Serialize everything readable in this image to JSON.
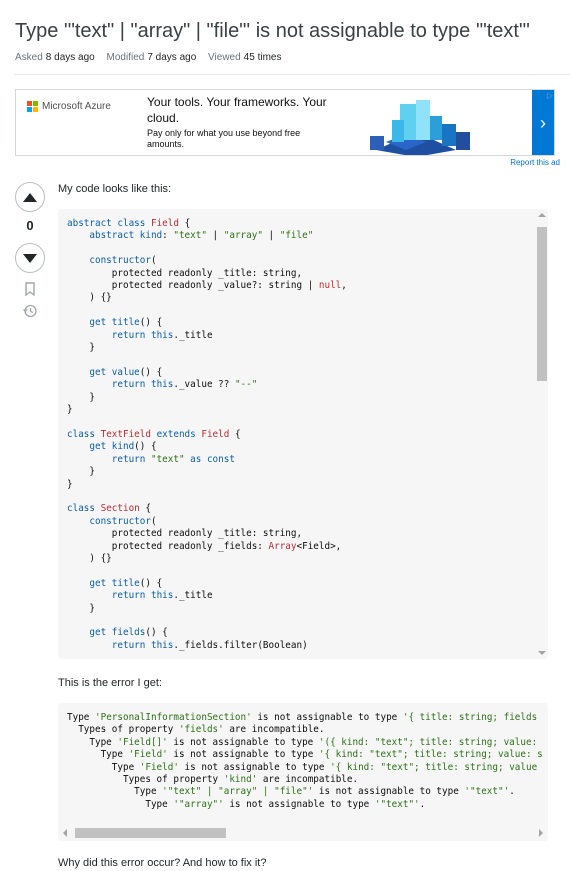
{
  "question": {
    "title": "Type '\"text\" | \"array\" | \"file\"' is not assignable to type '\"text\"'",
    "asked_label": "Asked",
    "asked_value": "8 days ago",
    "modified_label": "Modified",
    "modified_value": "7 days ago",
    "viewed_label": "Viewed",
    "viewed_value": "45 times"
  },
  "ad": {
    "brand": "Microsoft Azure",
    "headline": "Your tools. Your frameworks. Your cloud.",
    "subtext": "Pay only for what you use beyond free amounts.",
    "arrow": "›",
    "corner_icon": "ad-choices-icon",
    "report_label": "Report this ad",
    "colors": {
      "accent": "#0078d4"
    }
  },
  "votes": {
    "count": "0",
    "icons": [
      "upvote-arrow-icon",
      "downvote-arrow-icon",
      "bookmark-icon",
      "history-icon"
    ]
  },
  "post": {
    "intro": "My code looks like this:",
    "code_lines": [
      [
        [
          "abstract class ",
          "kw"
        ],
        [
          "Field",
          "ty"
        ],
        [
          " {",
          ""
        ]
      ],
      [
        [
          "    abstract ",
          "kw"
        ],
        [
          "kind",
          "kw"
        ],
        [
          ": ",
          ""
        ],
        [
          "\"text\"",
          "st"
        ],
        [
          " | ",
          ""
        ],
        [
          "\"array\"",
          "st"
        ],
        [
          " | ",
          ""
        ],
        [
          "\"file\"",
          "st"
        ]
      ],
      [
        [
          "",
          ""
        ]
      ],
      [
        [
          "    constructor",
          "kw"
        ],
        [
          "(",
          ""
        ]
      ],
      [
        [
          "        protected readonly _title: string,",
          ""
        ]
      ],
      [
        [
          "        protected readonly _value?: string | ",
          ""
        ],
        [
          "null",
          "lit"
        ],
        [
          ",",
          ""
        ]
      ],
      [
        [
          "    ) {}",
          ""
        ]
      ],
      [
        [
          "",
          ""
        ]
      ],
      [
        [
          "    get ",
          "kw"
        ],
        [
          "title",
          "kw"
        ],
        [
          "() {",
          ""
        ]
      ],
      [
        [
          "        return ",
          "kw"
        ],
        [
          "this",
          "kw"
        ],
        [
          "._title",
          ""
        ]
      ],
      [
        [
          "    }",
          ""
        ]
      ],
      [
        [
          "",
          ""
        ]
      ],
      [
        [
          "    get ",
          "kw"
        ],
        [
          "value",
          "kw"
        ],
        [
          "() {",
          ""
        ]
      ],
      [
        [
          "        return ",
          "kw"
        ],
        [
          "this",
          "kw"
        ],
        [
          "._value ?? ",
          ""
        ],
        [
          "\"--\"",
          "st"
        ]
      ],
      [
        [
          "    }",
          ""
        ]
      ],
      [
        [
          "}",
          ""
        ]
      ],
      [
        [
          "",
          ""
        ]
      ],
      [
        [
          "class ",
          "kw"
        ],
        [
          "TextField",
          "ty"
        ],
        [
          " extends ",
          "kw"
        ],
        [
          "Field",
          "ty"
        ],
        [
          " {",
          ""
        ]
      ],
      [
        [
          "    get ",
          "kw"
        ],
        [
          "kind",
          "kw"
        ],
        [
          "() {",
          ""
        ]
      ],
      [
        [
          "        return ",
          "kw"
        ],
        [
          "\"text\"",
          "st"
        ],
        [
          " as const",
          "kw"
        ]
      ],
      [
        [
          "    }",
          ""
        ]
      ],
      [
        [
          "}",
          ""
        ]
      ],
      [
        [
          "",
          ""
        ]
      ],
      [
        [
          "class ",
          "kw"
        ],
        [
          "Section",
          "ty"
        ],
        [
          " {",
          ""
        ]
      ],
      [
        [
          "    constructor",
          "kw"
        ],
        [
          "(",
          ""
        ]
      ],
      [
        [
          "        protected readonly _title: string,",
          ""
        ]
      ],
      [
        [
          "        protected readonly _fields: ",
          ""
        ],
        [
          "Array",
          "ty"
        ],
        [
          "<Field>,",
          ""
        ]
      ],
      [
        [
          "    ) {}",
          ""
        ]
      ],
      [
        [
          "",
          ""
        ]
      ],
      [
        [
          "    get ",
          "kw"
        ],
        [
          "title",
          "kw"
        ],
        [
          "() {",
          ""
        ]
      ],
      [
        [
          "        return ",
          "kw"
        ],
        [
          "this",
          "kw"
        ],
        [
          "._title",
          ""
        ]
      ],
      [
        [
          "    }",
          ""
        ]
      ],
      [
        [
          "",
          ""
        ]
      ],
      [
        [
          "    get ",
          "kw"
        ],
        [
          "fields",
          "kw"
        ],
        [
          "() {",
          ""
        ]
      ],
      [
        [
          "        return ",
          "kw"
        ],
        [
          "this",
          "kw"
        ],
        [
          "._fields.filter(Boolean)",
          ""
        ]
      ]
    ],
    "error_intro": "This is the error I get:",
    "error_lines": [
      [
        [
          "Type ",
          ""
        ],
        [
          "'PersonalInformationSection'",
          "st"
        ],
        [
          " is not assignable to type ",
          ""
        ],
        [
          "'{ title: string; fields",
          "st"
        ]
      ],
      [
        [
          "  Types of property ",
          ""
        ],
        [
          "'fields'",
          "st"
        ],
        [
          " are incompatible.",
          ""
        ]
      ],
      [
        [
          "    Type ",
          ""
        ],
        [
          "'Field[]'",
          "st"
        ],
        [
          " is not assignable to type ",
          ""
        ],
        [
          "'({ kind: \"text\"; title: string; value:",
          "st"
        ]
      ],
      [
        [
          "      Type ",
          ""
        ],
        [
          "'Field'",
          "st"
        ],
        [
          " is not assignable to type ",
          ""
        ],
        [
          "'{ kind: \"text\"; title: string; value: s",
          "st"
        ]
      ],
      [
        [
          "        Type ",
          ""
        ],
        [
          "'Field'",
          "st"
        ],
        [
          " is not assignable to type ",
          ""
        ],
        [
          "'{ kind: \"text\"; title: string; value",
          "st"
        ]
      ],
      [
        [
          "          Types of property ",
          ""
        ],
        [
          "'kind'",
          "st"
        ],
        [
          " are incompatible.",
          ""
        ]
      ],
      [
        [
          "            Type ",
          ""
        ],
        [
          "'\"text\" | \"array\" | \"file\"'",
          "st"
        ],
        [
          " is not assignable to type ",
          ""
        ],
        [
          "'\"text\"'",
          "st"
        ],
        [
          ".",
          ""
        ]
      ],
      [
        [
          "              Type ",
          ""
        ],
        [
          "'\"array\"'",
          "st"
        ],
        [
          " is not assignable to type ",
          ""
        ],
        [
          "'\"text\"'",
          "st"
        ],
        [
          ".",
          ""
        ]
      ]
    ],
    "closing": "Why did this error occur? And how to fix it?"
  }
}
